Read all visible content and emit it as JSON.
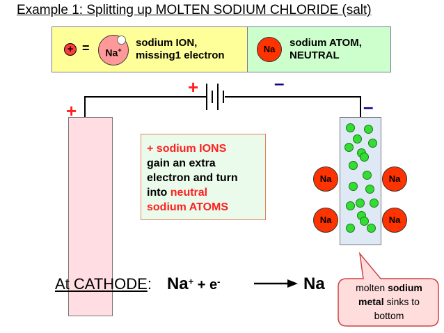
{
  "title": "Example 1: Splitting up MOLTEN SODIUM CHLORIDE (salt)",
  "legend": {
    "plus_symbol": "+",
    "equals_symbol": "=",
    "ion_symbol": "Na",
    "ion_charge": "+",
    "ion_text_line1": "sodium ION,",
    "ion_text_line2": "missing1 electron",
    "atom_symbol": "Na",
    "atom_text_line1": "sodium ATOM,",
    "atom_text_line2": "NEUTRAL"
  },
  "circuit": {
    "battery_plus": "+",
    "battery_minus": "–",
    "anode_sign": "+",
    "cathode_sign": "–"
  },
  "atoms": [
    "Na",
    "Na",
    "Na",
    "Na"
  ],
  "note": {
    "line1": "+ sodium IONS",
    "line2": "gain an extra",
    "line3": "electron and turn",
    "line4_prefix": "into ",
    "line4_highlight": "neutral",
    "line5": "sodium ATOMS"
  },
  "equation": {
    "label": "At CATHODE",
    "colon": ":",
    "ion": "Na",
    "ion_charge": "+",
    "plus": " + e",
    "electron_charge": "-",
    "product": "Na"
  },
  "callout": {
    "line1_normal": "molten ",
    "line1_bold": "sodium",
    "line2_bold": "metal",
    "line2_normal": " sinks to",
    "line3": "bottom"
  },
  "colors": {
    "ion_pink": "#ff9999",
    "atom_red": "#ff3300",
    "sodium_green": "#33dd33",
    "sign_red": "#ff2020",
    "sign_navy": "#1a0080"
  }
}
